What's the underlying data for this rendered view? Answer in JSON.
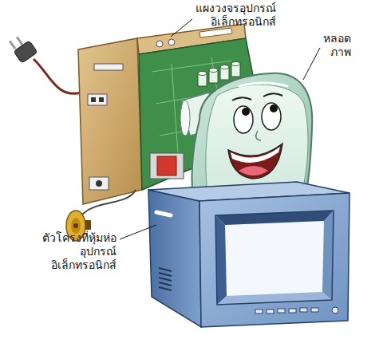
{
  "diagram": {
    "labels": [
      "แผงวงจรอุปกรณ์ อิเล็กทรอนิกส์",
      "หลอด ภาพ",
      "ตัวโครงที่หุ้มห่อ อุปกรณ์ อิเล็กทรอนิกส์"
    ]
  }
}
